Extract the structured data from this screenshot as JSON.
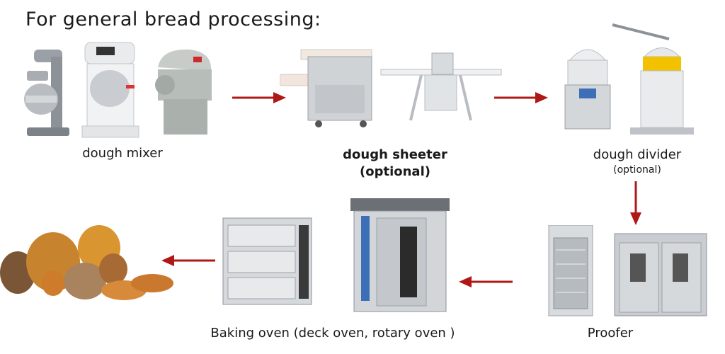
{
  "title": "For general bread processing:",
  "steps": {
    "mixer": {
      "label": "dough mixer"
    },
    "sheeter": {
      "label": "dough sheeter",
      "note": "(optional)"
    },
    "divider": {
      "label": "dough divider",
      "note": "(optional)"
    },
    "proofer": {
      "label": "Proofer"
    },
    "oven": {
      "label": "Baking oven (deck oven, rotary oven )"
    }
  },
  "colors": {
    "arrow": "#b01717",
    "steel": "#c9ccd0",
    "steel_dark": "#8d9298",
    "bread": "#c8832f"
  }
}
